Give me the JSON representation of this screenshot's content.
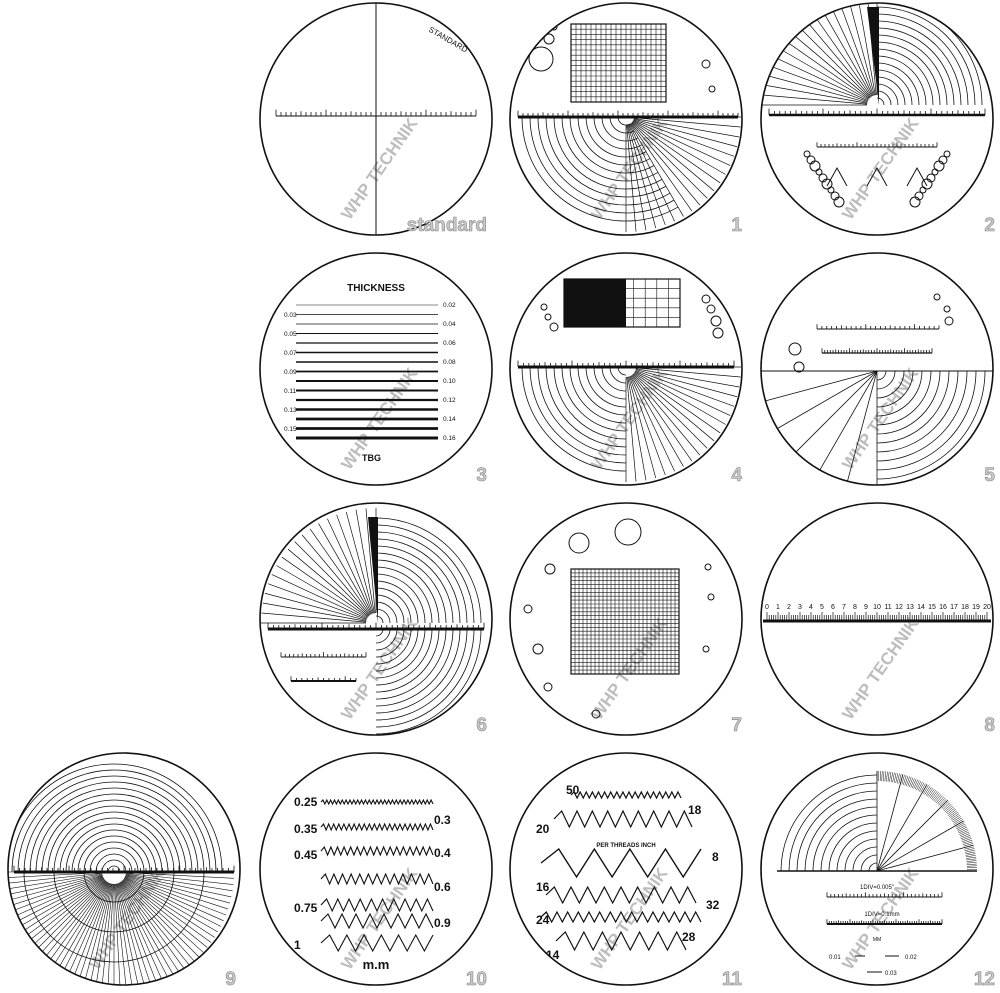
{
  "watermark": "WHP TECHNIK",
  "panels": [
    {
      "id": "standard",
      "number": "standard",
      "caption": "STANDARD"
    },
    {
      "id": "1",
      "number": "1"
    },
    {
      "id": "2",
      "number": "2"
    },
    {
      "id": "3",
      "number": "3",
      "title": "THICKNESS",
      "left_values": [
        "0.03",
        "0.05",
        "0.07",
        "0.09",
        "0.11",
        "0.13",
        "0.15"
      ],
      "right_values": [
        "0.02",
        "0.04",
        "0.06",
        "0.08",
        "0.10",
        "0.12",
        "0.14",
        "0.16"
      ],
      "footer": "TBG"
    },
    {
      "id": "4",
      "number": "4"
    },
    {
      "id": "5",
      "number": "5"
    },
    {
      "id": "6",
      "number": "6"
    },
    {
      "id": "7",
      "number": "7"
    },
    {
      "id": "8",
      "number": "8",
      "scale": [
        "0",
        "1",
        "2",
        "3",
        "4",
        "5",
        "6",
        "7",
        "8",
        "9",
        "10",
        "11",
        "12",
        "13",
        "14",
        "15",
        "16",
        "17",
        "18",
        "19",
        "20"
      ]
    },
    {
      "id": "9",
      "number": "9"
    },
    {
      "id": "10",
      "number": "10",
      "left_labels": [
        "0.25",
        "0.35",
        "0.45",
        "0.75",
        "1"
      ],
      "right_labels": [
        "0.3",
        "0.4",
        "0.6",
        "0.9"
      ],
      "unit": "m.m"
    },
    {
      "id": "11",
      "number": "11",
      "labels": [
        "50",
        "18",
        "20",
        "8",
        "16",
        "32",
        "24",
        "28",
        "14"
      ],
      "center_text": "PER  THREADS  INCH"
    },
    {
      "id": "12",
      "number": "12",
      "div1": "1DIV=0.005\"",
      "div2": "1DIV=0.1mm",
      "unit": "MM",
      "vals": [
        "0.01",
        "0.02",
        "0.03"
      ]
    }
  ]
}
